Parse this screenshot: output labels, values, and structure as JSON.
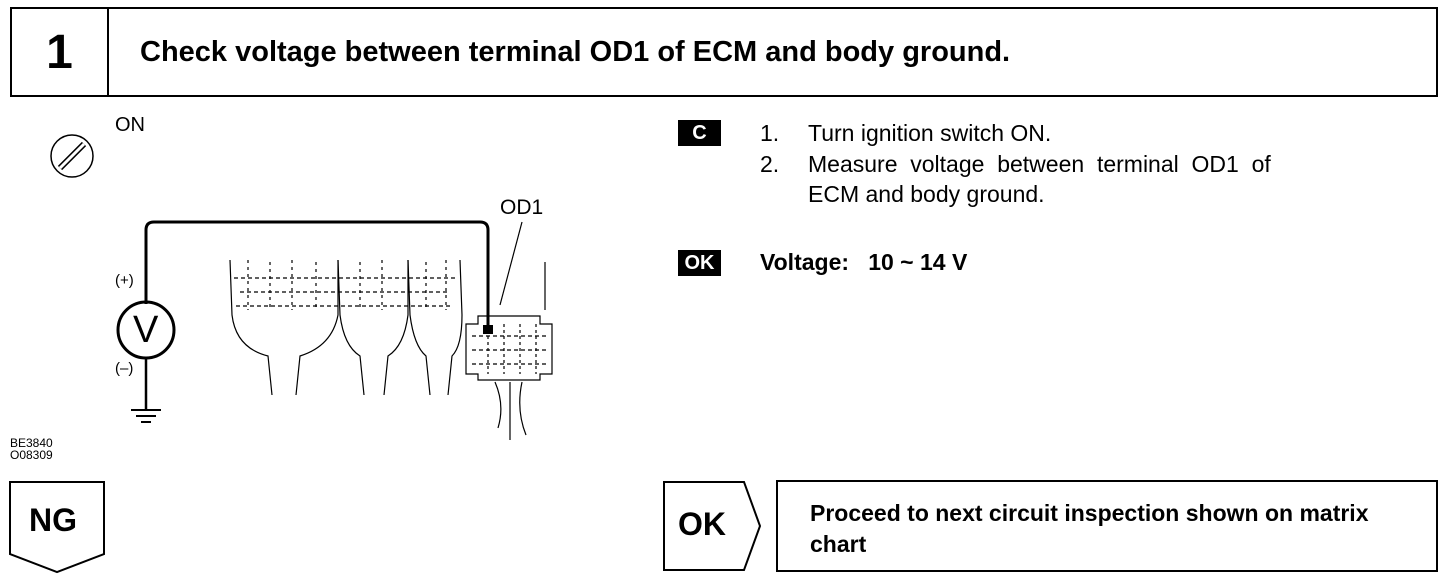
{
  "header": {
    "step_number": "1",
    "title": "Check voltage between terminal OD1 of ECM and body ground."
  },
  "diagram": {
    "ignition_label": "ON",
    "terminal_label": "OD1",
    "plus_label": "(+)",
    "minus_label": "(–)",
    "meter_label": "V",
    "figure_codes": [
      "BE3840",
      "O08309"
    ]
  },
  "instructions": {
    "badge": "C",
    "steps": [
      {
        "num": "1.",
        "text": "Turn ignition switch ON."
      },
      {
        "num": "2.",
        "text_lines": [
          "Measure  voltage  between  terminal  OD1  of",
          "ECM and body ground."
        ]
      }
    ],
    "ok_badge": "OK",
    "spec": "Voltage:   10 ~ 14 V"
  },
  "results": {
    "ng_label": "NG",
    "ok_label": "OK",
    "ok_action": "Proceed to next circuit inspection shown on matrix chart"
  },
  "icons": [
    "ignition-switch-icon",
    "voltmeter-icon",
    "ground-icon",
    "ecm-connector-icon"
  ]
}
